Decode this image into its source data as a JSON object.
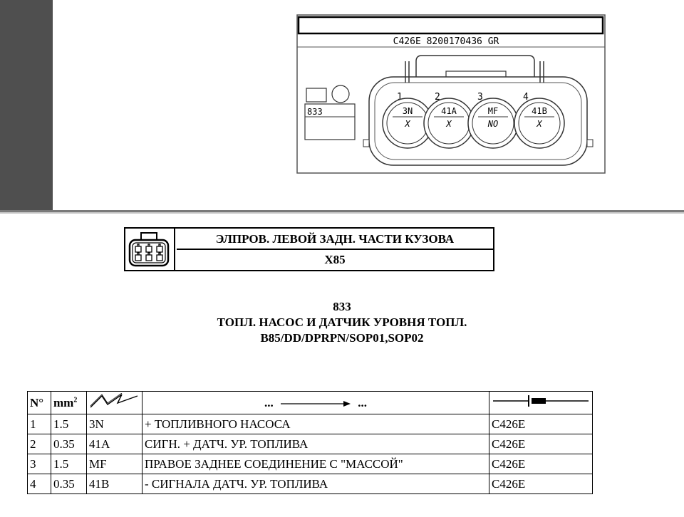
{
  "connector_view": {
    "part_code": "C426E 8200170436 GR",
    "component_code": "833",
    "pins": [
      {
        "num": "1",
        "wire": "3N",
        "mark": "X"
      },
      {
        "num": "2",
        "wire": "41A",
        "mark": "X"
      },
      {
        "num": "3",
        "wire": "MF",
        "mark": "NO"
      },
      {
        "num": "4",
        "wire": "41B",
        "mark": "X"
      }
    ]
  },
  "harness": {
    "title": "ЭЛПРОВ. ЛЕВОЙ ЗАДН. ЧАСТИ КУЗОВА",
    "code": "X85"
  },
  "component": {
    "number": "833",
    "name": "ТОПЛ. НАСОС И ДАТЧИК УРОВНЯ ТОПЛ.",
    "options": "B85/DD/DPRPN/SOP01,SOP02"
  },
  "table": {
    "header_num": "N°",
    "header_section": "mm",
    "header_section_sup": "2",
    "header_from": "...",
    "header_to": "...",
    "rows": [
      {
        "pin": "1",
        "section": "1.5",
        "wire": "3N",
        "destination": "+ ТОПЛИВНОГО НАСОСА",
        "connector": "C426E"
      },
      {
        "pin": "2",
        "section": "0.35",
        "wire": "41A",
        "destination": "СИГН. + ДАТЧ. УР. ТОПЛИВА",
        "connector": "C426E"
      },
      {
        "pin": "3",
        "section": "1.5",
        "wire": "MF",
        "destination": "ПРАВОЕ ЗАДНЕЕ СОЕДИНЕНИЕ С \"МАССОЙ\"",
        "connector": "C426E"
      },
      {
        "pin": "4",
        "section": "0.35",
        "wire": "41B",
        "destination": "- СИГНАЛА ДАТЧ. УР. ТОПЛИВА",
        "connector": "C426E"
      }
    ]
  }
}
